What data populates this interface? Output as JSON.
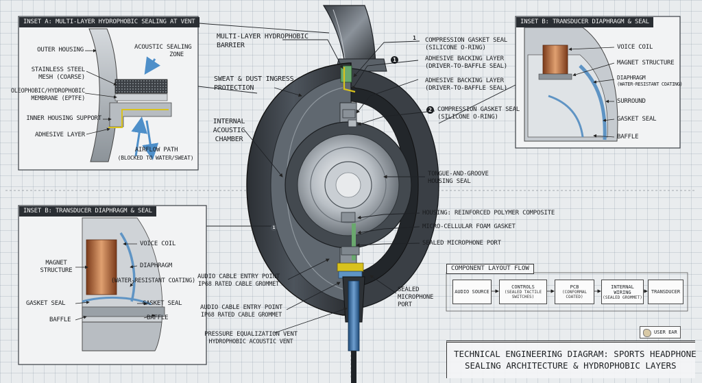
{
  "title": {
    "line1": "TECHNICAL ENGINEERING DIAGRAM: SPORTS HEADPHONE",
    "line2": "SEALING ARCHITECTURE & HYDROPHOBIC LAYERS"
  },
  "insets": {
    "a": {
      "title": "INSET A: MULTI-LAYER HYDROPHOBIC SEALING AT VENT",
      "labels": {
        "outer_housing": "OUTER HOUSING",
        "acoustic_zone_1": "ACOUSTIC SEALING",
        "acoustic_zone_2": "ZONE",
        "mesh_1": "STAINLESS STEEL",
        "mesh_2": "MESH (COARSE)",
        "membrane_1": "OLEOPHOBIC/HYDROPHOBIC",
        "membrane_2": "MEMBRANE (ePTFE)",
        "inner_support": "INNER HOUSING SUPPORT",
        "adhesive": "ADHESIVE LAYER",
        "airflow_1": "AIRFLOW PATH",
        "airflow_2": "(BLOCKED TO WATER/SWEAT)"
      }
    },
    "b_top": {
      "title": "INSET B: TRANSDUCER DIAPHRAGM & SEAL",
      "labels": {
        "voice_coil": "VOICE COIL",
        "magnet": "MAGNET STRUCTURE",
        "diaphragm_1": "DIAPHRAGM",
        "diaphragm_2": "(WATER-RESISTANT COATING)",
        "surround": "SURROUND",
        "gasket": "GASKET SEAL",
        "baffle": "BAFFLE"
      }
    },
    "b_bottom": {
      "title": "INSET B: TRANSDUCER DIAPHRAGM & SEAL",
      "labels": {
        "voice_coil": "VOICE COIL",
        "magnet_1": "MAGNET",
        "magnet_2": "STRUCTURE",
        "diaphragm": "DIAPHRAGM",
        "coating": "(WATER-RESISTANT COATING)",
        "gasket_left": "GASKET SEAL",
        "gasket_right": "GASKET SEAL",
        "baffle_left": "BAFFLE",
        "baffle_right": "BAFFLE"
      }
    }
  },
  "callouts": {
    "barrier_1": "MULTI-LAYER HYDROPHOBIC",
    "barrier_2": "BARRIER",
    "ingress_1": "SWEAT & DUST INGRESS",
    "ingress_2": "PROTECTION",
    "chamber_1": "INTERNAL",
    "chamber_2": "ACOUSTIC",
    "chamber_3": "CHAMBER",
    "marker_1": "1",
    "marker_2": "2",
    "marker_mid": "1",
    "compression_1_a": "COMPRESSION GASKET SEAL",
    "compression_1_b": "(SILICONE O-RING)",
    "adhesive_1_a": "ADHESIVE BACKING LAYER",
    "adhesive_1_b": "(DRIVER-TO-BAFFLE SEAL)",
    "adhesive_2_a": "ADHESIVE BACKING LAYER",
    "adhesive_2_b": "(DRIVER-TO-BAFFLE SEAL)",
    "compression_2_a": "COMPRESSION GASKET SEAL",
    "compression_2_b": "(SILICONE O-RING)",
    "tongue_1": "TONGUE-AND-GROOVE",
    "tongue_2": "HOUSING SEAL",
    "housing": "HOUSING: REINFORCED POLYMER COMPOSITE",
    "foam": "MICRO-CELLULAR FOAM GASKET",
    "mic_port": "SEALED MICROPHONE PORT",
    "cable_1_a": "AUDIO CABLE ENTRY POINT",
    "cable_1_b": "IP68 RATED CABLE GROMMET",
    "cable_2_a": "AUDIO CABLE ENTRY POINT",
    "cable_2_b": "IP68 RATED CABLE GROMMET",
    "vent_a": "PRESSURE EQUALIZATION VENT",
    "vent_b": "HYDROPHOBIC ACOUSTIC VENT",
    "sealed_mic_1": "SEALED",
    "sealed_mic_2": "MICROPHONE",
    "sealed_mic_3": "PORT"
  },
  "flow": {
    "title": "COMPONENT LAYOUT FLOW",
    "steps": [
      {
        "label": "AUDIO SOURCE",
        "sub": ""
      },
      {
        "label": "CONTROLS",
        "sub": "(SEALED TACTILE SWITCHES)"
      },
      {
        "label": "PCB",
        "sub": "(CONFORMAL COATED)"
      },
      {
        "label": "INTERNAL WIRING",
        "sub": "(SEALED GROMMET)"
      },
      {
        "label": "TRANSDUCER",
        "sub": ""
      }
    ]
  },
  "legend": {
    "label": "USER EAR"
  },
  "colors": {
    "background": "#e9ecee",
    "panel_dark": "#2a2e33",
    "membrane_yellow": "#d9c21c",
    "seal_green": "#6aa86e",
    "seal_blue": "#5f94c4",
    "coil_copper": "#b8693c",
    "cable_blue": "#3e6ea0"
  }
}
